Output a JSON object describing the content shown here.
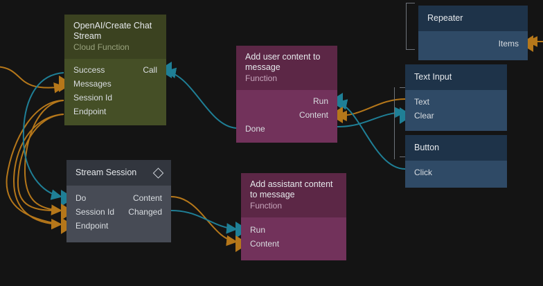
{
  "canvas": {
    "background": "#141414",
    "colors": {
      "exec_teal": "#1f7f96",
      "data_orange": "#b5771a",
      "green_header": "#3b4220",
      "green_body": "#454f26",
      "magenta_header": "#5c2746",
      "magenta_body": "#72325b",
      "blue_header": "#1e3349",
      "blue_body": "#2f4a66",
      "gray_header": "#32363e",
      "gray_body": "#474b55"
    }
  },
  "nodes": [
    {
      "id": "openai_create_chat_stream",
      "title": "OpenAI/Create Chat Stream",
      "subtitle": "Cloud Function",
      "inputs": [
        {
          "label": "Success",
          "port": "dot",
          "color": "#1f7f96"
        },
        {
          "label": "Messages",
          "port": "tri",
          "color": "#b5771a"
        },
        {
          "label": "Session Id",
          "port": "dot",
          "color": "#b5771a"
        },
        {
          "label": "Endpoint",
          "port": "dot",
          "color": "#b5771a"
        }
      ],
      "outputs": [
        {
          "label": "Call",
          "port": "tri",
          "color": "#1f7f96"
        }
      ]
    },
    {
      "id": "add_user_content_to_message",
      "title": "Add user content to message",
      "subtitle": "Function",
      "inputs": [
        {
          "label": "Done",
          "port": "dot",
          "color": "#1f7f96"
        }
      ],
      "outputs": [
        {
          "label": "Run",
          "port": "tri",
          "color": "#1f7f96"
        },
        {
          "label": "Content",
          "port": "tri",
          "color": "#b5771a"
        },
        {
          "label": "",
          "port": "dot",
          "color": "#1f7f96"
        }
      ]
    },
    {
      "id": "add_assistant_content_to_message",
      "title": "Add assistant content to message",
      "subtitle": "Function",
      "inputs": [
        {
          "label": "Run",
          "port": "tri",
          "color": "#1f7f96"
        },
        {
          "label": "Content",
          "port": "tri",
          "color": "#b5771a"
        }
      ],
      "outputs": []
    },
    {
      "id": "stream_session",
      "title": "Stream Session",
      "subtitle": "",
      "badge": "diamond-icon",
      "inputs": [
        {
          "label": "Do",
          "port": "tri",
          "color": "#1f7f96"
        },
        {
          "label": "Session Id",
          "port": "tri",
          "color": "#b5771a"
        },
        {
          "label": "Endpoint",
          "port": "tri",
          "color": "#b5771a"
        }
      ],
      "outputs": [
        {
          "label": "Content",
          "port": "dot",
          "color": "#b5771a"
        },
        {
          "label": "Changed",
          "port": "dot",
          "color": "#1f7f96"
        }
      ]
    },
    {
      "id": "repeater",
      "title": "Repeater",
      "subtitle": "",
      "selected": true,
      "inputs": [],
      "outputs": [
        {
          "label": "Items",
          "port": "tri",
          "color": "#b5771a"
        }
      ]
    },
    {
      "id": "text_input",
      "title": "Text Input",
      "subtitle": "",
      "selected": true,
      "inputs": [
        {
          "label": "Text",
          "port": "dot",
          "color": "#b5771a"
        },
        {
          "label": "Clear",
          "port": "tri",
          "color": "#1f7f96"
        }
      ],
      "outputs": []
    },
    {
      "id": "button",
      "title": "Button",
      "subtitle": "",
      "selected": true,
      "inputs": [
        {
          "label": "Click",
          "port": "dot",
          "color": "#1f7f96"
        }
      ],
      "outputs": []
    }
  ],
  "labels": {
    "openai_title": "OpenAI/Create Chat Stream",
    "openai_sub": "Cloud Function",
    "openai_success": "Success",
    "openai_messages": "Messages",
    "openai_session_id": "Session Id",
    "openai_endpoint": "Endpoint",
    "openai_call": "Call",
    "user_title": "Add user content to message",
    "user_sub": "Function",
    "user_run": "Run",
    "user_content": "Content",
    "user_done": "Done",
    "assistant_title": "Add assistant content to message",
    "assistant_sub": "Function",
    "assistant_run": "Run",
    "assistant_content": "Content",
    "stream_title": "Stream Session",
    "stream_do": "Do",
    "stream_session_id": "Session Id",
    "stream_endpoint": "Endpoint",
    "stream_content": "Content",
    "stream_changed": "Changed",
    "repeater_title": "Repeater",
    "repeater_items": "Items",
    "textinput_title": "Text Input",
    "textinput_text": "Text",
    "textinput_clear": "Clear",
    "button_title": "Button",
    "button_click": "Click"
  }
}
